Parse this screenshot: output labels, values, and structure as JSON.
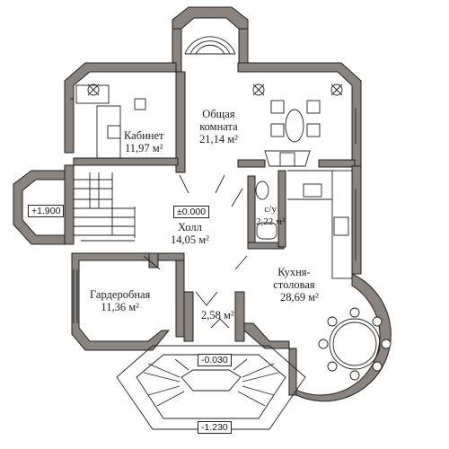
{
  "rooms": [
    {
      "name": "Кабинет",
      "area": "11,97 м²"
    },
    {
      "name_line1": "Общая",
      "name_line2": "комната",
      "area": "21,14 м²"
    },
    {
      "name": "Холл",
      "area": "14,05 м²"
    },
    {
      "name": "Гардеробная",
      "area": "11,36 м²"
    },
    {
      "name": "с/у",
      "area": "2,22 м²"
    },
    {
      "name": "",
      "area": "2,58 м²"
    },
    {
      "name_line1": "Кухня-",
      "name_line2": "столовая",
      "area": "28,69 м²"
    }
  ],
  "levels": {
    "hall": "±0.000",
    "stair_west": "+1.900",
    "porch": "-0.030",
    "ground": "-1.230"
  },
  "colors": {
    "wall": "#8a8580",
    "line": "#1f1f1f",
    "background": "#ffffff"
  }
}
